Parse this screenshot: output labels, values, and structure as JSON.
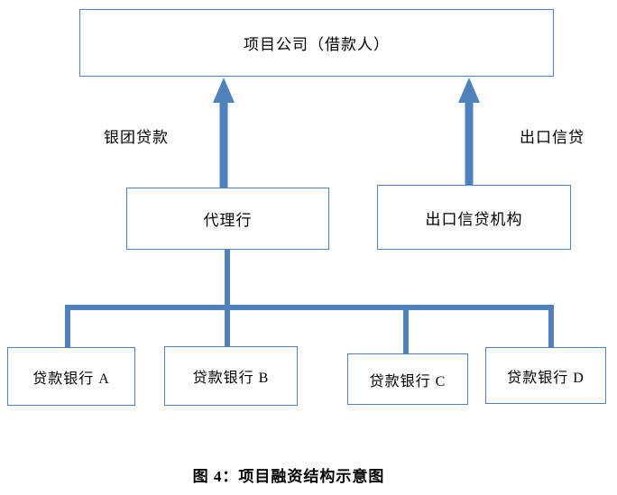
{
  "diagram": {
    "title_caption": "图 4：项目融资结构示意图",
    "nodes": {
      "project_company": "项目公司（借款人）",
      "agent_bank": "代理行",
      "export_credit_agency": "出口信贷机构",
      "banks": [
        "贷款银行 A",
        "贷款银行 B",
        "贷款银行 C",
        "贷款银行 D"
      ]
    },
    "edge_labels": {
      "syndicated_loan": "银团贷款",
      "export_credit": "出口信贷"
    },
    "colors": {
      "box_border": "#4f81bd",
      "connector": "#4f81bd",
      "text": "#000000",
      "background": "#ffffff"
    }
  }
}
